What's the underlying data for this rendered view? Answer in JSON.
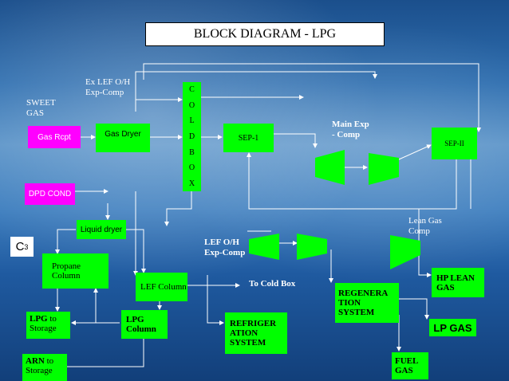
{
  "title": "BLOCK DIAGRAM - LPG",
  "labels": {
    "sweet_gas": "SWEET GAS",
    "ex_lef": "Ex LEF O/H Exp-Comp",
    "main_exp_comp": "Main Exp - Comp",
    "lean_gas_comp": "Lean Gas Comp",
    "lef_oh_exp_comp": "LEF O/H Exp-Comp",
    "to_cold_box": "To Cold Box"
  },
  "blocks": {
    "gas_rcpt": "Gas Rcpt",
    "gas_dryer": "Gas Dryer",
    "coldbox_letters": [
      "C",
      "O",
      "L",
      "D",
      "B",
      "O",
      "X"
    ],
    "sep1": "SEP-1",
    "sep2": "SEP-II",
    "dpd_cond": "DPD COND",
    "liquid_dryer": "Liquid dryer",
    "c3_main": "C",
    "c3_sub": "3",
    "propane_column": "Propane Column",
    "lef_column": "LEF Column",
    "lpg_column": "LPG Column",
    "refrigeration": "REFRIGER ATION SYSTEM",
    "regeneration": "REGENERA TION SYSTEM",
    "hp_lean_gas": "HP LEAN GAS",
    "lp_gas": "LP GAS",
    "fuel_gas": "FUEL GAS",
    "lpg_bold": "LPG",
    "lpg_rest": " to Storage",
    "arn_bold": "ARN",
    "arn_rest": " to Storage"
  },
  "colors": {
    "green": "#00ff00",
    "magenta": "#ff00ff",
    "line": "#ffffff"
  }
}
